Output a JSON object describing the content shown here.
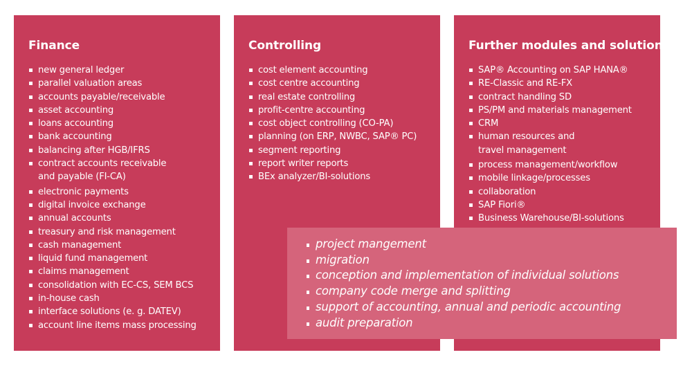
{
  "panels": [
    {
      "title": "Finance",
      "items": [
        "new general ledger",
        "parallel valuation areas",
        "accounts payable/receivable",
        "asset accounting",
        "loans accounting",
        "bank accounting",
        "balancing after HGB/IFRS",
        "contract accounts receivable\nand payable (FI-CA)",
        "electronic payments",
        "digital invoice exchange",
        "annual accounts",
        "treasury and risk management",
        "cash management",
        "liquid fund management",
        "claims management",
        "consolidation with  EC-CS, SEM BCS",
        "in-house cash",
        "interface solutions (e. g. DATEV)",
        "account line items mass processing"
      ]
    },
    {
      "title": "Controlling",
      "items": [
        "cost element accounting",
        "cost centre accounting",
        "real estate controlling",
        "profit-centre accounting",
        "cost object controlling (CO-PA)",
        "planning (on ERP, NWBC, SAP® PC)",
        "segment reporting",
        "report writer reports",
        "BEx analyzer/BI-solutions"
      ]
    },
    {
      "title": "Further modules and solutions",
      "items": [
        "SAP® Accounting on SAP HANA®",
        "RE-Classic and RE-FX",
        "contract handling SD",
        "PS/PM and materials management",
        "CRM",
        "human resources and\ntravel management",
        "process management/workflow",
        "mobile linkage/processes",
        "collaboration",
        "SAP Fiori®",
        "Business Warehouse/BI-solutions"
      ]
    }
  ],
  "services": [
    "project mangement",
    "migration",
    "conception and implementation of individual solutions",
    "company code merge and splitting",
    "support of accounting, annual and periodic accounting",
    "audit preparation"
  ],
  "colors": {
    "panel": "#c73c5a",
    "overlay": "#d5647b"
  }
}
